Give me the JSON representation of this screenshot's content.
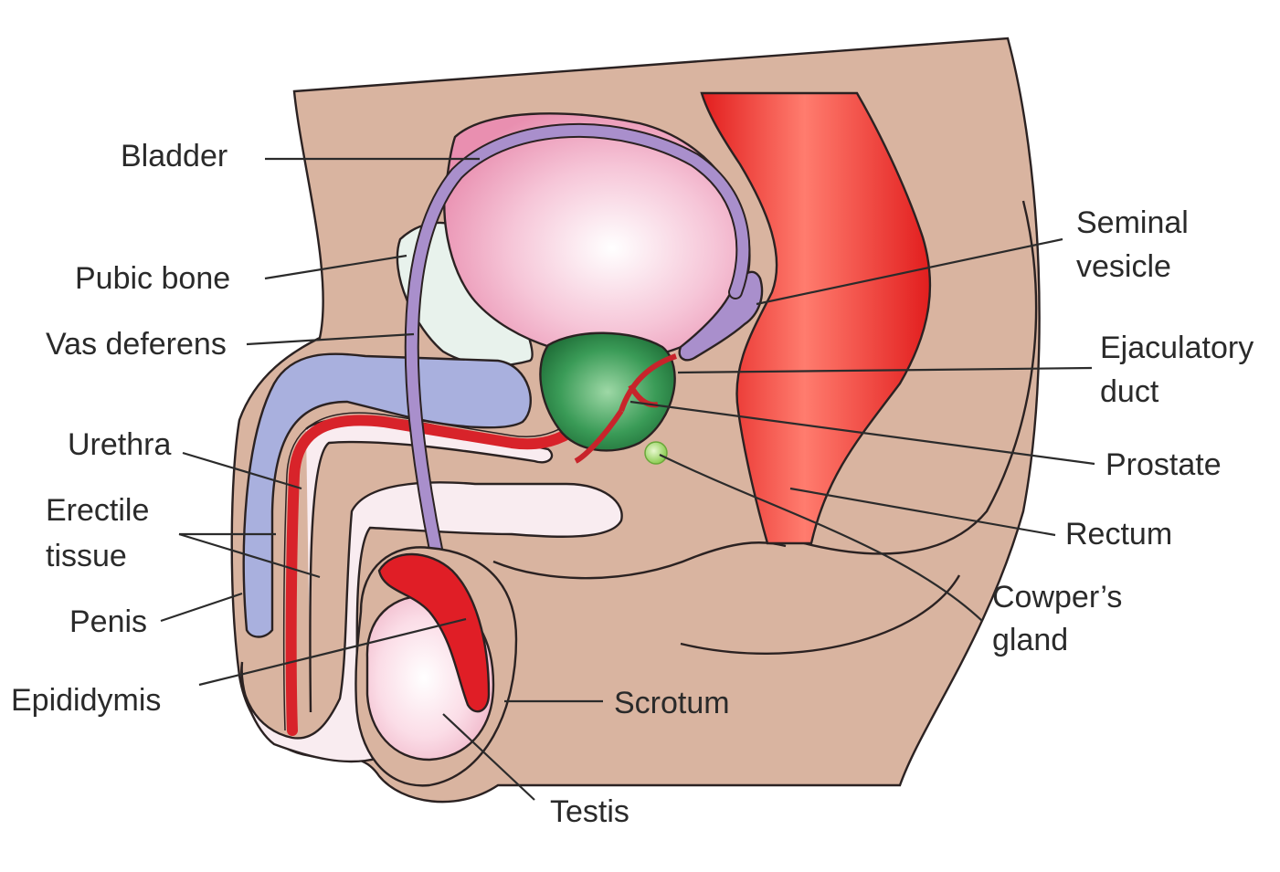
{
  "labels": {
    "bladder": "Bladder",
    "pubic_bone": "Pubic bone",
    "vas_deferens": "Vas deferens",
    "urethra": "Urethra",
    "erectile_tissue_1": "Erectile",
    "erectile_tissue_2": "tissue",
    "penis": "Penis",
    "epididymis": "Epididymis",
    "seminal_vesicle_1": "Seminal",
    "seminal_vesicle_2": "vesicle",
    "ejaculatory_duct_1": "Ejaculatory",
    "ejaculatory_duct_2": "duct",
    "prostate": "Prostate",
    "rectum": "Rectum",
    "cowpers_gland_1": "Cowper’s",
    "cowpers_gland_2": "gland",
    "scrotum": "Scrotum",
    "testis": "Testis"
  },
  "colors": {
    "body": "#d9b4a0",
    "outline": "#2b2222",
    "bladder": "#f1a9c4",
    "vas_deferens": "#a98fcc",
    "pubic_bone": "#e8f2ec",
    "erectile_tissue": "#a9b0de",
    "penis_inner": "#f9ecf0",
    "urethra": "#d8232a",
    "prostate": "#2f8a4a",
    "rectum": "#ea2a2a",
    "cowpers_gland": "#a4d86a",
    "testis": "#fbe2ea",
    "text": "#2a2a2a"
  }
}
